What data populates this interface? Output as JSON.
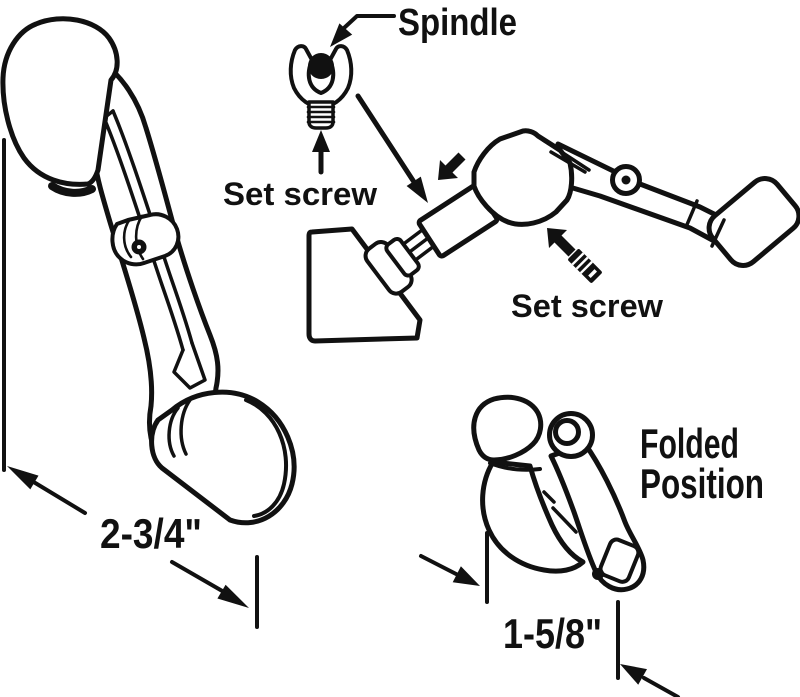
{
  "page": {
    "background": "#ffffff"
  },
  "diagram": {
    "title": "window-crank-handle-replacement-diagram",
    "labels": {
      "spindle": "Spindle",
      "set_screw_top": "Set screw",
      "set_screw_side": "Set screw",
      "folded_position_line1": "Folded",
      "folded_position_line2": "Position"
    },
    "dimensions": {
      "extended_length": "2-3/4\"",
      "folded_length": "1-5/8\""
    },
    "colors": {
      "ink": "#111111",
      "fork_fill": "#acacac",
      "paper": "#ffffff"
    },
    "icons": {
      "leader_arrow": "solid-arrowhead-leader",
      "set_screw_glyph": "threaded-set-screw-icon",
      "block_arrow": "solid-block-arrow-icon"
    }
  }
}
